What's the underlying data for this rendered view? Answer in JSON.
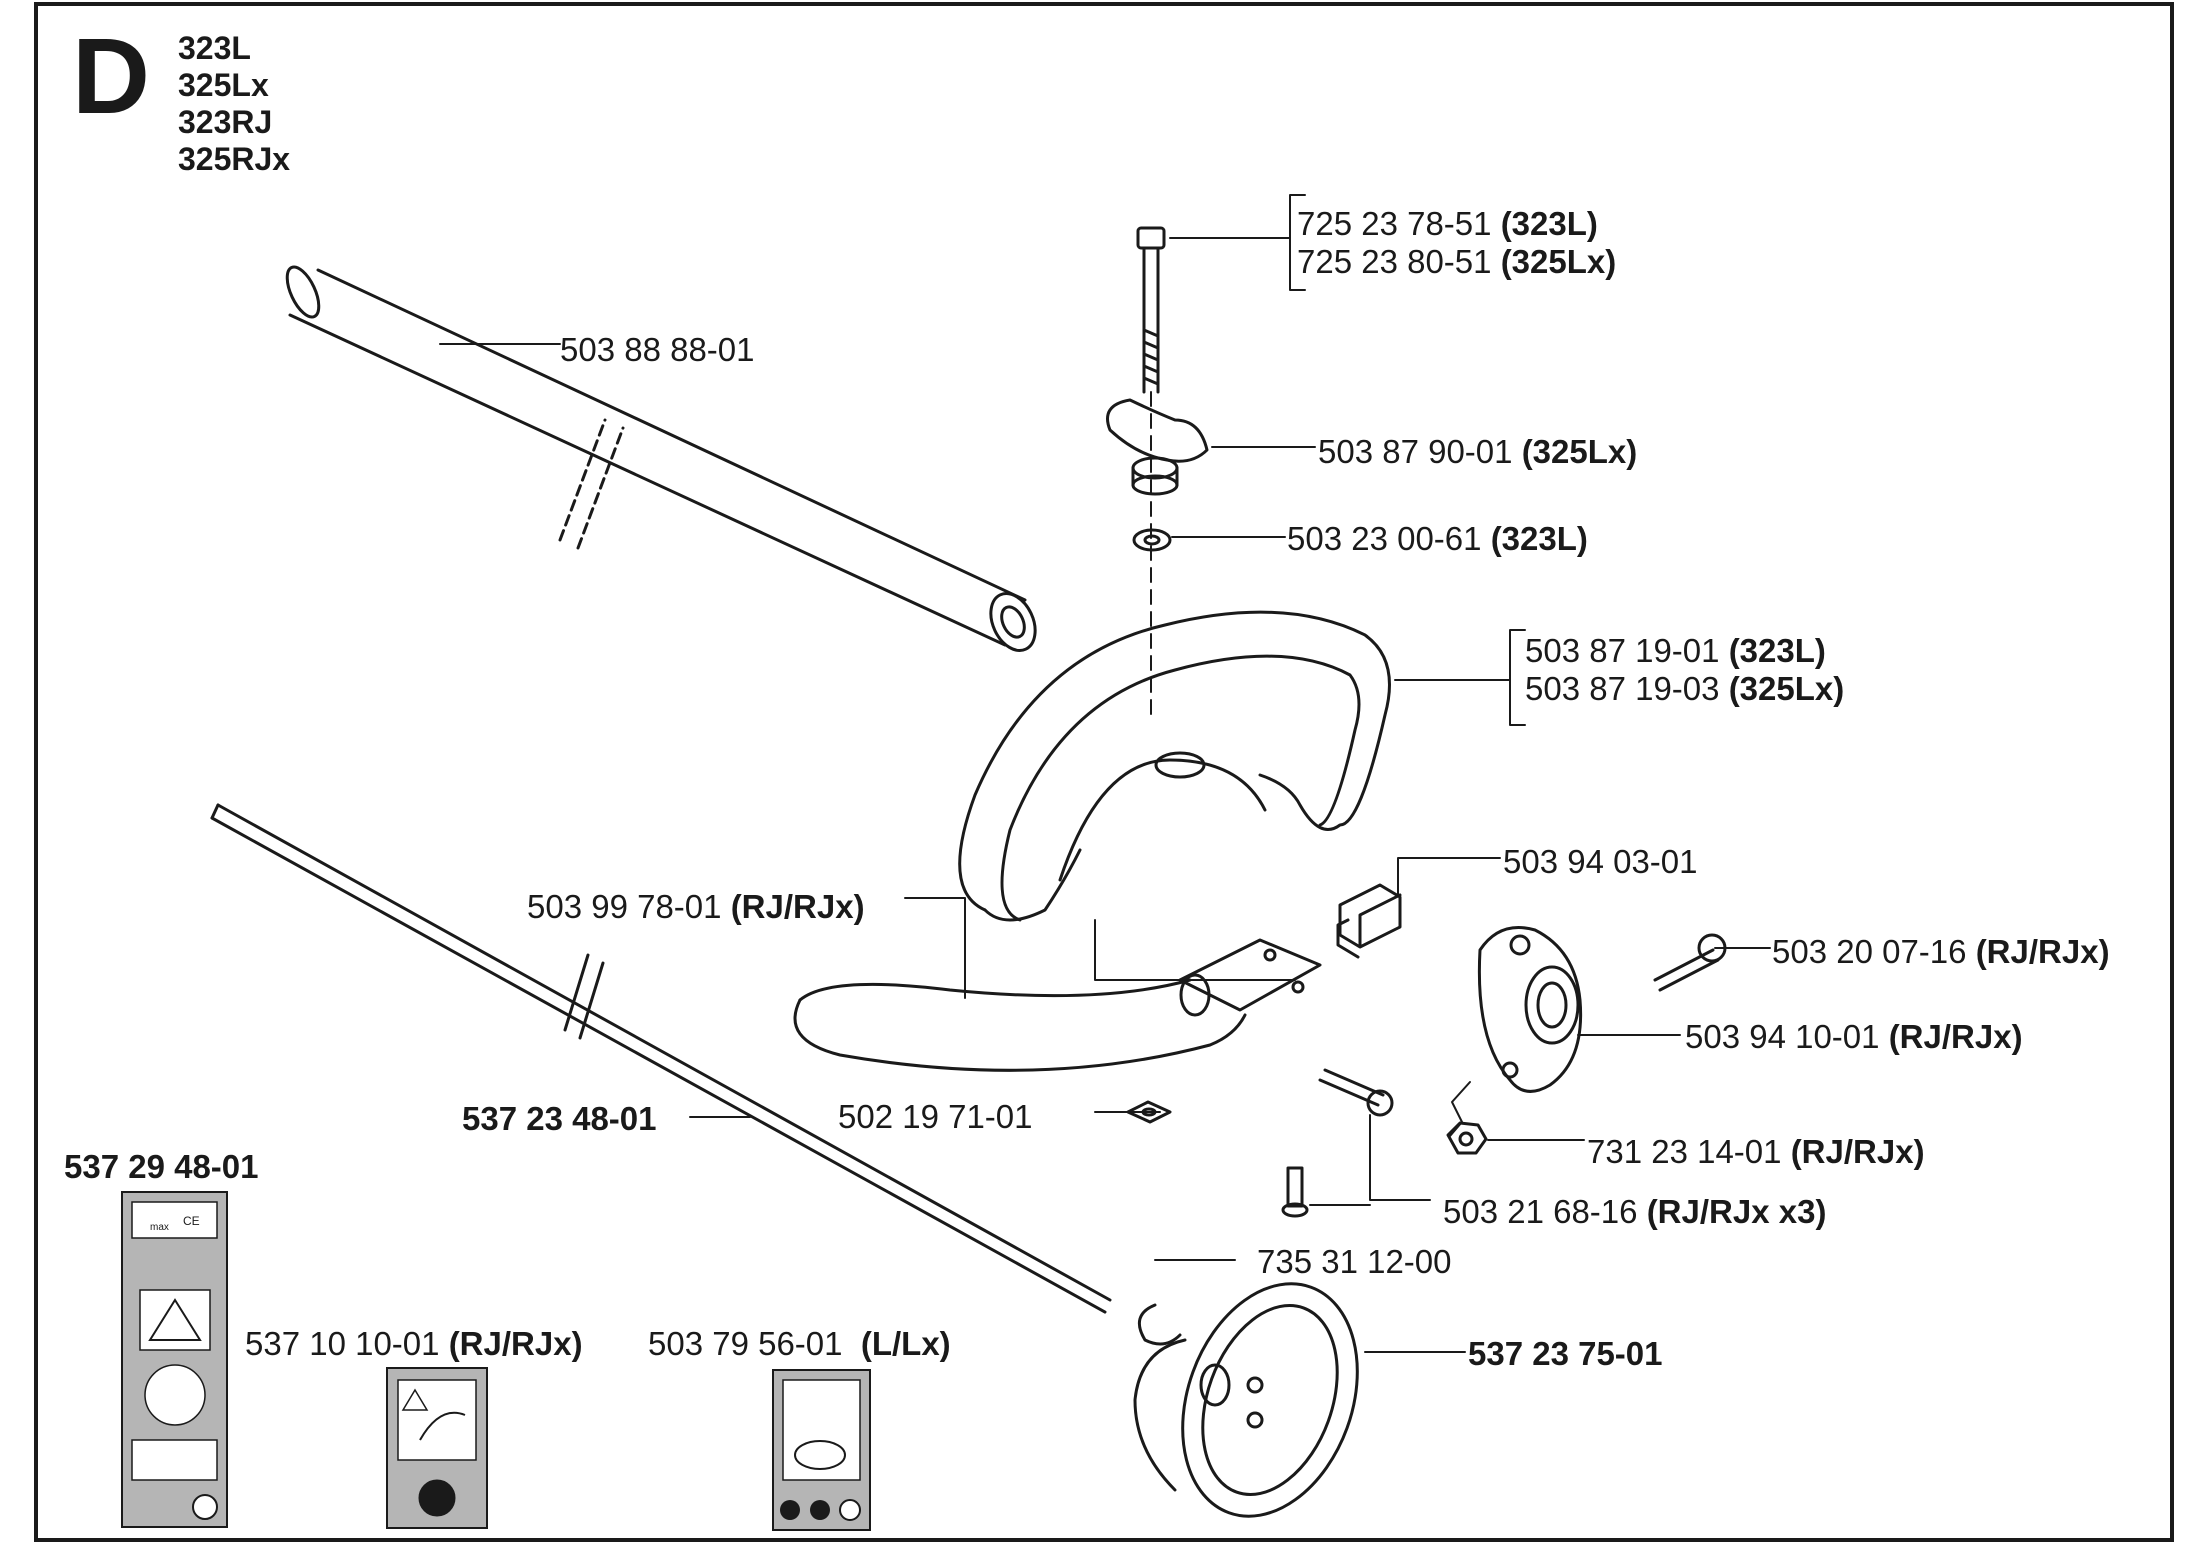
{
  "section": {
    "letter": "D",
    "models": [
      "323L",
      "325Lx",
      "323RJ",
      "325RJx"
    ]
  },
  "callouts": {
    "bolt_a": {
      "part": "725 23 78-51",
      "qualifier": "(323L)"
    },
    "bolt_b": {
      "part": "725 23 80-51",
      "qualifier": "(325Lx)"
    },
    "tube": {
      "part": "503 88 88-01",
      "qualifier": ""
    },
    "wing_knob": {
      "part": "503 87 90-01",
      "qualifier": "(325Lx)"
    },
    "washer": {
      "part": "503 23 00-61",
      "qualifier": "(323L)"
    },
    "handle_a": {
      "part": "503 87 19-01",
      "qualifier": "(323L)"
    },
    "handle_b": {
      "part": "503 87 19-03",
      "qualifier": "(325Lx)"
    },
    "clamp_block": {
      "part": "503 94 03-01",
      "qualifier": ""
    },
    "guard_bar": {
      "part": "503 99 78-01",
      "qualifier": "(RJ/RJx)"
    },
    "screw_top": {
      "part": "503 20 07-16",
      "qualifier": "(RJ/RJx)"
    },
    "bracket": {
      "part": "503 94 10-01",
      "qualifier": "(RJ/RJx)"
    },
    "nut": {
      "part": "731 23 14-01",
      "qualifier": "(RJ/RJx)"
    },
    "square_nut": {
      "part": "502 19 71-01",
      "qualifier": ""
    },
    "drive_shaft": {
      "part": "537 23 48-01",
      "qualifier": ""
    },
    "screws_x3": {
      "part": "503 21 68-16",
      "qualifier": "(RJ/RJx x3)"
    },
    "circlip": {
      "part": "735 31 12-00",
      "qualifier": ""
    },
    "cup": {
      "part": "537 23 75-01",
      "qualifier": ""
    },
    "decal_main": {
      "part": "537 29 48-01",
      "qualifier": ""
    },
    "decal_rj": {
      "part": "537 10 10-01",
      "qualifier": "(RJ/RJx)"
    },
    "decal_l": {
      "part": "503 79 56-01",
      "qualifier": "(L/Lx)"
    }
  },
  "decals": {
    "main_text": [
      "CE",
      "max"
    ]
  },
  "colors": {
    "ink": "#1a1a1a",
    "decal_fill": "#b5b5b5",
    "paper": "#ffffff"
  }
}
